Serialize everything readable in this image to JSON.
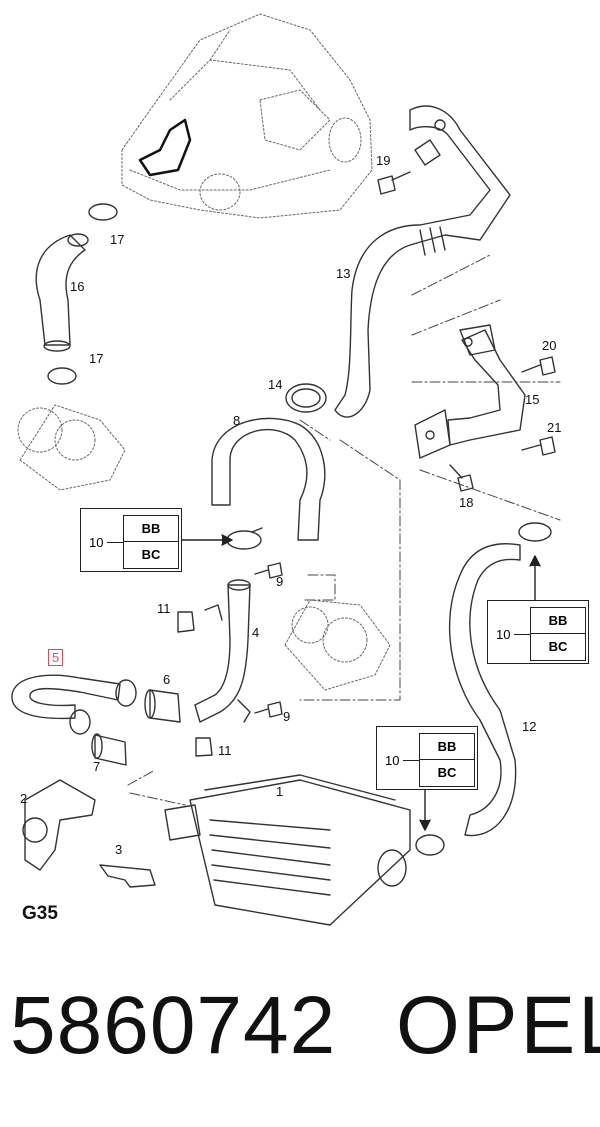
{
  "callouts": [
    {
      "id": "1",
      "label": "1"
    },
    {
      "id": "2",
      "label": "2"
    },
    {
      "id": "3",
      "label": "3"
    },
    {
      "id": "4",
      "label": "4"
    },
    {
      "id": "5",
      "label": "5"
    },
    {
      "id": "6",
      "label": "6"
    },
    {
      "id": "7",
      "label": "7"
    },
    {
      "id": "8",
      "label": "8"
    },
    {
      "id": "9a",
      "label": "9"
    },
    {
      "id": "9b",
      "label": "9"
    },
    {
      "id": "11a",
      "label": "11"
    },
    {
      "id": "11b",
      "label": "11"
    },
    {
      "id": "12",
      "label": "12"
    },
    {
      "id": "13",
      "label": "13"
    },
    {
      "id": "14",
      "label": "14"
    },
    {
      "id": "15",
      "label": "15"
    },
    {
      "id": "16",
      "label": "16"
    },
    {
      "id": "17a",
      "label": "17"
    },
    {
      "id": "17b",
      "label": "17"
    },
    {
      "id": "18",
      "label": "18"
    },
    {
      "id": "19",
      "label": "19"
    },
    {
      "id": "20",
      "label": "20"
    },
    {
      "id": "21",
      "label": "21"
    }
  ],
  "highlighted_callout": "5",
  "code_boxes": [
    {
      "id": "box-a",
      "number": "10",
      "codes": [
        "BB",
        "BC"
      ]
    },
    {
      "id": "box-b",
      "number": "10",
      "codes": [
        "BB",
        "BC"
      ]
    },
    {
      "id": "box-c",
      "number": "10",
      "codes": [
        "BB",
        "BC"
      ]
    }
  ],
  "figure_code": "G35",
  "part_number": "5860742",
  "brand": "OPEL",
  "colors": {
    "line": "#333333",
    "highlight": "#e04a5a",
    "text": "#111111"
  }
}
